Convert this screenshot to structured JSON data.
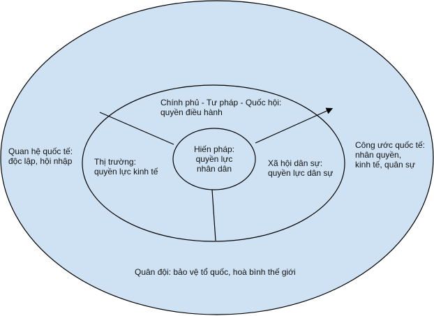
{
  "colors": {
    "fill": "#cfe2f3",
    "stroke": "#000000"
  },
  "diagram": {
    "center": {
      "line1": "Hiến pháp:",
      "line2": "quyền lực",
      "line3": "nhân dân"
    },
    "top_sector": {
      "line1": "Chính phủ - Tư pháp - Quốc hội:",
      "line2": "quyền điều hành"
    },
    "left_sector": {
      "line1": "Thị trường:",
      "line2": "quyền lực kinh tế"
    },
    "right_sector": {
      "line1": "Xã hội dân sự:",
      "line2": "quyền lực dân sự"
    },
    "outer_left": {
      "line1": "Quan hệ quốc tế:",
      "line2": "độc lập, hội nhập"
    },
    "outer_right": {
      "line1": "Công ước quốc tế:",
      "line2": "nhân quyền,",
      "line3": "kinh tế, quân sự"
    },
    "outer_bottom": {
      "line1": "Quân đội: bảo vệ tổ quốc, hoà bình thế giới"
    }
  }
}
